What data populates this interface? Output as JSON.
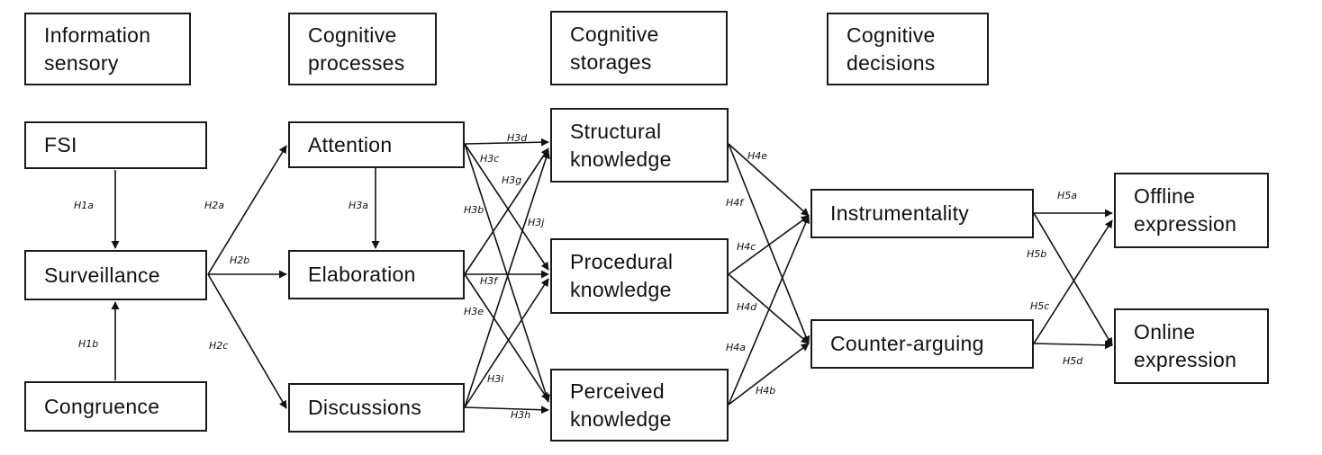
{
  "headers": {
    "info": [
      "Information",
      "sensory"
    ],
    "processes": [
      "Cognitive",
      "processes"
    ],
    "storages": [
      "Cognitive",
      "storages"
    ],
    "decisions": [
      "Cognitive",
      "decisions"
    ]
  },
  "nodes": {
    "fsi": [
      "FSI"
    ],
    "surveillance": [
      "Surveillance"
    ],
    "congruence": [
      "Congruence"
    ],
    "attention": [
      "Attention"
    ],
    "elaboration": [
      "Elaboration"
    ],
    "discussions": [
      "Discussions"
    ],
    "structural": [
      "Structural",
      "knowledge"
    ],
    "procedural": [
      "Procedural",
      "knowledge"
    ],
    "perceived": [
      "Perceived",
      "knowledge"
    ],
    "instrumentality": [
      "Instrumentality"
    ],
    "counter": [
      "Counter-arguing"
    ],
    "offline": [
      "Offline",
      "expression"
    ],
    "online": [
      "Online",
      "expression"
    ]
  },
  "edges": [
    {
      "from": "fsi",
      "to": "surveillance",
      "label": "H1a"
    },
    {
      "from": "congruence",
      "to": "surveillance",
      "label": "H1b"
    },
    {
      "from": "surveillance",
      "to": "attention",
      "label": "H2a"
    },
    {
      "from": "surveillance",
      "to": "elaboration",
      "label": "H2b"
    },
    {
      "from": "surveillance",
      "to": "discussions",
      "label": "H2c"
    },
    {
      "from": "attention",
      "to": "elaboration",
      "label": "H3a"
    },
    {
      "from": "attention",
      "to": "structural",
      "label": "H3d"
    },
    {
      "from": "attention",
      "to": "procedural",
      "label": "H3c"
    },
    {
      "from": "attention",
      "to": "perceived",
      "label": "H3b"
    },
    {
      "from": "elaboration",
      "to": "structural",
      "label": "H3g"
    },
    {
      "from": "elaboration",
      "to": "procedural",
      "label": "H3f"
    },
    {
      "from": "elaboration",
      "to": "perceived",
      "label": "H3e"
    },
    {
      "from": "discussions",
      "to": "structural",
      "label": "H3j"
    },
    {
      "from": "discussions",
      "to": "procedural",
      "label": "H3i"
    },
    {
      "from": "discussions",
      "to": "perceived",
      "label": "H3h"
    },
    {
      "from": "structural",
      "to": "instrumentality",
      "label": "H4e"
    },
    {
      "from": "structural",
      "to": "counter",
      "label": "H4f"
    },
    {
      "from": "procedural",
      "to": "instrumentality",
      "label": "H4c"
    },
    {
      "from": "procedural",
      "to": "counter",
      "label": "H4d"
    },
    {
      "from": "perceived",
      "to": "instrumentality",
      "label": "H4a"
    },
    {
      "from": "perceived",
      "to": "counter",
      "label": "H4b"
    },
    {
      "from": "instrumentality",
      "to": "offline",
      "label": "H5a"
    },
    {
      "from": "instrumentality",
      "to": "online",
      "label": "H5b"
    },
    {
      "from": "counter",
      "to": "offline",
      "label": "H5c"
    },
    {
      "from": "counter",
      "to": "online",
      "label": "H5d"
    }
  ]
}
